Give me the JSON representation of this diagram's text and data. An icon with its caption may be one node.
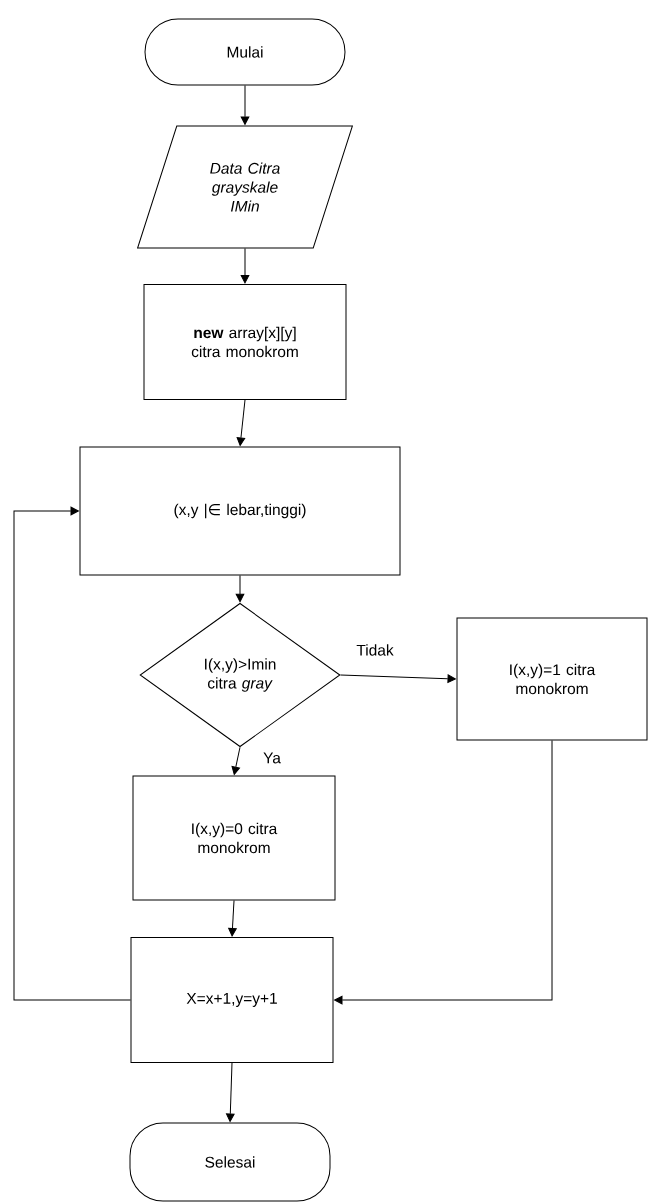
{
  "diagram": {
    "nodes": [
      {
        "text": [
          "Mulai"
        ]
      },
      {
        "text": [
          "Data Citra grayskale IMin"
        ]
      },
      {
        "text": [
          "**new** array[x][y] citra monokrom"
        ]
      },
      {
        "text": [
          "(x,y |∈ lebar,tinggi)"
        ]
      },
      {
        "text": [
          "I(x,y)>Imin citra *gray*"
        ]
      },
      {
        "text": [
          "I(x,y)=1 citra monokrom"
        ]
      },
      {
        "text": [
          "I(x,y)=0 citra monokrom"
        ]
      },
      {
        "text": [
          "X=x+1,y=y+1"
        ]
      },
      {
        "text": [
          "Selesai"
        ]
      }
    ],
    "edges": [
      {
        "from": 0,
        "to": 1,
        "arrow": "to"
      },
      {
        "from": 1,
        "to": 2,
        "arrow": "to"
      },
      {
        "from": 2,
        "to": 3,
        "arrow": "to"
      },
      {
        "from": 3,
        "to": 4,
        "arrow": "to"
      },
      {
        "from": 4,
        "to": 5,
        "arrow": "to",
        "label": "Tidak"
      },
      {
        "from": 4,
        "to": 6,
        "arrow": "to",
        "label": "Ya"
      },
      {
        "from": 6,
        "to": 7,
        "arrow": "to"
      },
      {
        "from": 5,
        "to": 7,
        "arrow": "to"
      },
      {
        "from": 7,
        "to": 3,
        "arrow": "to"
      },
      {
        "from": 7,
        "to": 8,
        "arrow": "to"
      }
    ]
  }
}
